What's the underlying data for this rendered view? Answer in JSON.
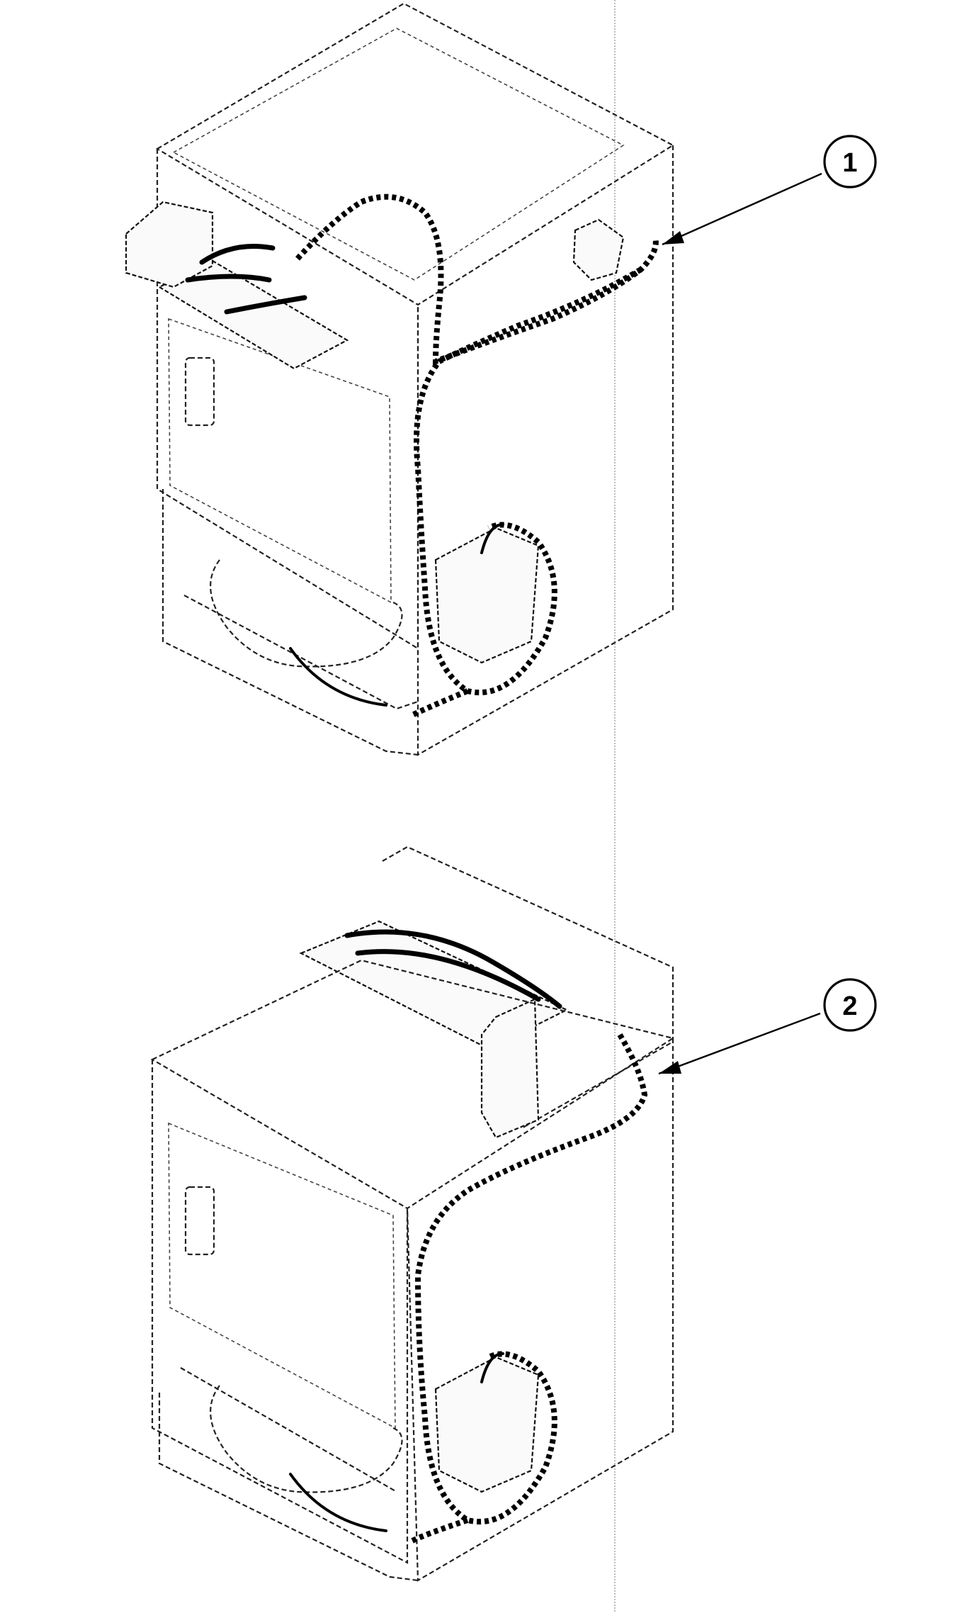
{
  "callouts": [
    {
      "label": "1"
    },
    {
      "label": "2"
    }
  ],
  "icons": {
    "callout_1": "numbered-callout-circle",
    "callout_2": "numbered-callout-circle"
  },
  "colors": {
    "line": "#000000",
    "background": "#ffffff"
  }
}
